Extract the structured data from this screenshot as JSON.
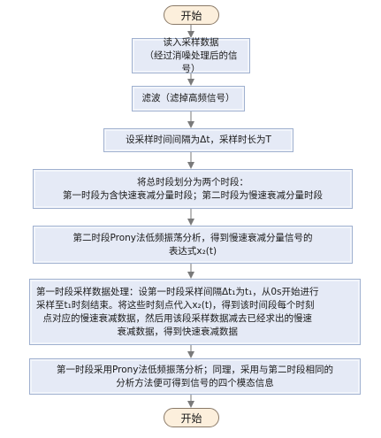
{
  "nodes": {
    "start": "开始",
    "read": [
      "读入采样数据",
      "（经过消噪处理后的信号）"
    ],
    "filter": "滤波（滤掉高频信号）",
    "set_interval": "设采样时间间隔为Δt，采样时长为T",
    "split": [
      "将总时段划分为两个时段：",
      "第一时段为含快速衰减分量时段；第二时段为慢速衰减分量时段"
    ],
    "prony2": [
      "第二时段Prony法低频振荡分析，得到慢速衰减分量信号的",
      "表达式x₂(t)"
    ],
    "process1": [
      "第一时段采样数据处理：设第一时段采样间隔Δt₁为t₁，从0s开始进行",
      "采样至t₁时刻结束。将这些时刻点代入x₂(t)，得到该时间段每个时刻",
      "点对应的慢速衰减数据，然后用该段采样数据减去已经求出的慢速",
      "衰减数据，得到快速衰减数据"
    ],
    "prony1": [
      "第一时段采用Prony法低频振荡分析；同理，采用与第二时段相同的",
      "分析方法便可得到信号的四个模态信息"
    ],
    "end": "开始"
  }
}
